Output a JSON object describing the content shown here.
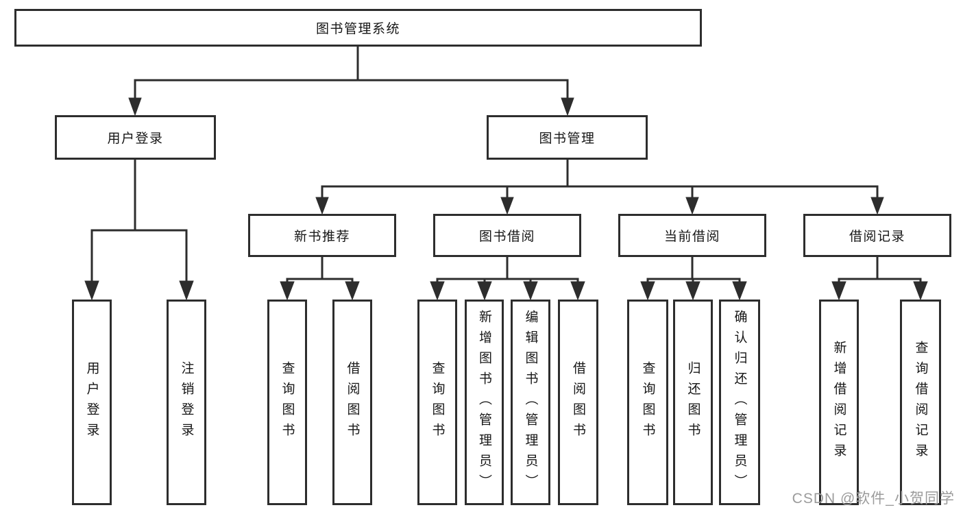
{
  "root": {
    "label": "图书管理系统"
  },
  "branches": [
    {
      "label": "用户登录",
      "children": [
        "用户登录",
        "注销登录"
      ]
    },
    {
      "label": "图书管理",
      "groups": [
        {
          "label": "新书推荐",
          "children": [
            "查询图书",
            "借阅图书"
          ]
        },
        {
          "label": "图书借阅",
          "children": [
            "查询图书",
            "新增图书（管理员）",
            "编辑图书（管理员）",
            "借阅图书"
          ]
        },
        {
          "label": "当前借阅",
          "children": [
            "查询图书",
            "归还图书",
            "确认归还（管理员）"
          ]
        },
        {
          "label": "借阅记录",
          "children": [
            "新增借阅记录",
            "查询借阅记录"
          ]
        }
      ]
    }
  ],
  "watermark": "CSDN @软件_小贺同学",
  "colors": {
    "ink": "#2d2d2d",
    "watermark_gray": "#9b9b9b",
    "background": "#ffffff"
  }
}
